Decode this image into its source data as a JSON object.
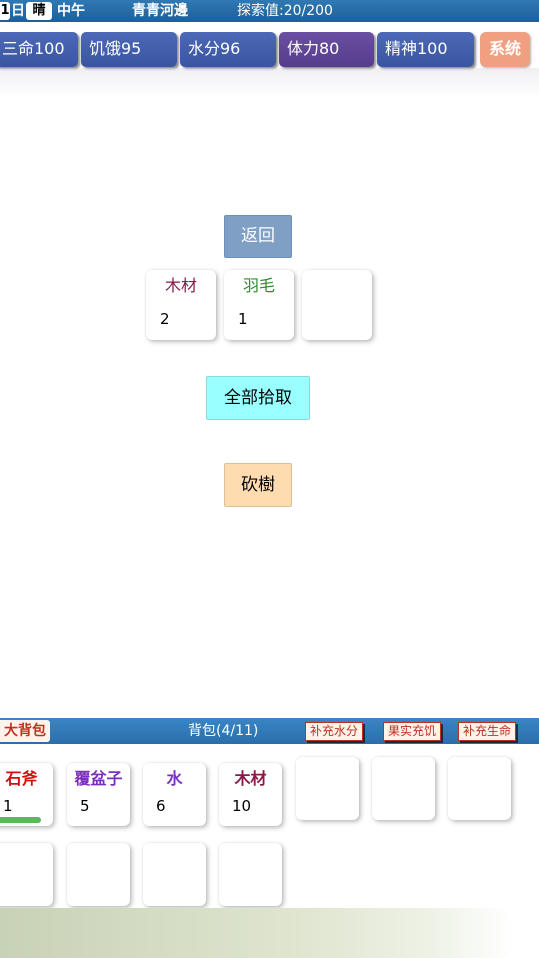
{
  "status": {
    "day_number": "1",
    "day_suffix": "日",
    "weather": "晴",
    "time_of_day": "中午",
    "location": "青青河邊",
    "exploration": "探索值:20/200"
  },
  "stats": [
    {
      "label": "三命100"
    },
    {
      "label": "饥饿95"
    },
    {
      "label": "水分96"
    },
    {
      "label": "体力80"
    },
    {
      "label": "精神100"
    }
  ],
  "system_button": "系统",
  "actions": {
    "return": "返回",
    "pick_all": "全部拾取",
    "chop_tree": "砍樹"
  },
  "drops": [
    {
      "name": "木材",
      "count": "2",
      "color": "#8b1a4a"
    },
    {
      "name": "羽毛",
      "count": "1",
      "color": "#2e8b2e"
    },
    {
      "name": "",
      "count": ""
    }
  ],
  "bag": {
    "big_bag": "大背包",
    "title": "背包(4/11)",
    "refill_water": "补充水分",
    "fruit_hunger": "果实充饥",
    "refill_life": "补充生命",
    "items": [
      {
        "name": "石斧",
        "count": "1",
        "color": "#d01010",
        "durability": 1.0
      },
      {
        "name": "覆盆子",
        "count": "5",
        "color": "#7b2fbf"
      },
      {
        "name": "水",
        "count": "6",
        "color": "#7b2fbf"
      },
      {
        "name": "木材",
        "count": "10",
        "color": "#8b1a4a"
      },
      {
        "name": "",
        "count": ""
      },
      {
        "name": "",
        "count": ""
      },
      {
        "name": "",
        "count": ""
      },
      {
        "name": "",
        "count": ""
      },
      {
        "name": "",
        "count": ""
      },
      {
        "name": "",
        "count": ""
      },
      {
        "name": "",
        "count": ""
      }
    ]
  }
}
